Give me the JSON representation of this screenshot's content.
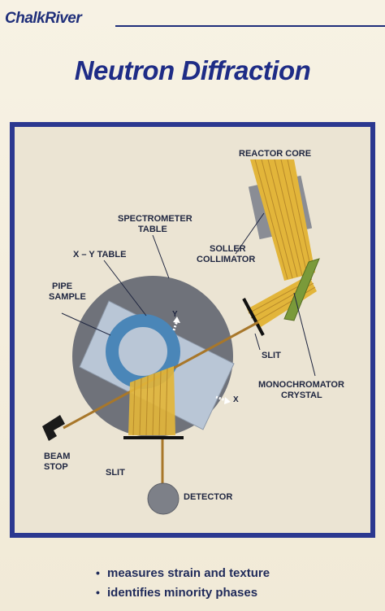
{
  "header": {
    "brand": "ChalkRiver",
    "title": "Neutron Diffraction"
  },
  "diagram": {
    "labels": {
      "reactor_core": "REACTOR CORE",
      "spectrometer_table_1": "SPECTROMETER",
      "spectrometer_table_2": "TABLE",
      "soller_collimator_1": "SOLLER",
      "soller_collimator_2": "COLLIMATOR",
      "xy_table": "X – Y TABLE",
      "pipe_sample_1": "PIPE",
      "pipe_sample_2": "SAMPLE",
      "slit_upper": "SLIT",
      "monochromator_1": "MONOCHROMATOR",
      "monochromator_2": "CRYSTAL",
      "beam_stop_1": "BEAM",
      "beam_stop_2": "STOP",
      "slit_lower": "SLIT",
      "detector": "DETECTOR",
      "axis_x": "X",
      "axis_y": "Y"
    },
    "colors": {
      "frame": "#2b3890",
      "table_disc": "#6f727a",
      "xy_table": "#b9c6d6",
      "pipe_ring": "#4a86b8",
      "beam": "#e2b53a",
      "beam_line": "#a8772a",
      "monochromator": "#7a9a3a",
      "core_block": "#8a8d95",
      "detector": "#7d8088"
    }
  },
  "bullets": [
    "measures strain and texture",
    "identifies minority phases"
  ]
}
